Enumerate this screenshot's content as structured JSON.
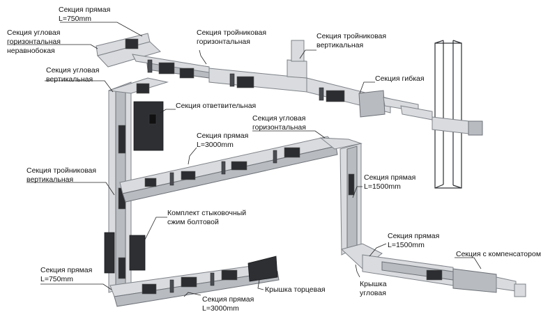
{
  "labels": {
    "straight_750_top": [
      "Секция прямая",
      "L=750mm"
    ],
    "corner_horizontal_unequal": [
      "Секция угловая",
      "горизонтальная",
      "неравнобокая"
    ],
    "tee_horizontal": [
      "Секция тройниковая",
      "горизонтальная"
    ],
    "tee_vertical_top": [
      "Секция тройниковая",
      "вертикальная"
    ],
    "corner_vertical": [
      "Секция угловая",
      "вертикальная"
    ],
    "flexible": [
      "Секция гибкая"
    ],
    "branch": [
      "Секция ответвительная"
    ],
    "corner_horizontal": [
      "Секция угловая",
      "горизонтальная"
    ],
    "straight_3000_mid": [
      "Секция прямая",
      "L=3000mm"
    ],
    "tee_vertical_left": [
      "Секция тройниковая",
      "вертикальная"
    ],
    "straight_1500_right": [
      "Секция прямая",
      "L=1500mm"
    ],
    "bolt_kit": [
      "Комплект стыковочный",
      "сжим болтовой"
    ],
    "straight_1500_lower": [
      "Секция прямая",
      "L=1500mm"
    ],
    "compensator": [
      "Секция с компенсатором"
    ],
    "straight_750_bottom": [
      "Секция прямая",
      "L=750mm"
    ],
    "end_cover": [
      "Крышка торцевая"
    ],
    "corner_cover": [
      "Крышка",
      "угловая"
    ],
    "straight_3000_bottom": [
      "Секция прямая",
      "L=3000mm"
    ]
  }
}
